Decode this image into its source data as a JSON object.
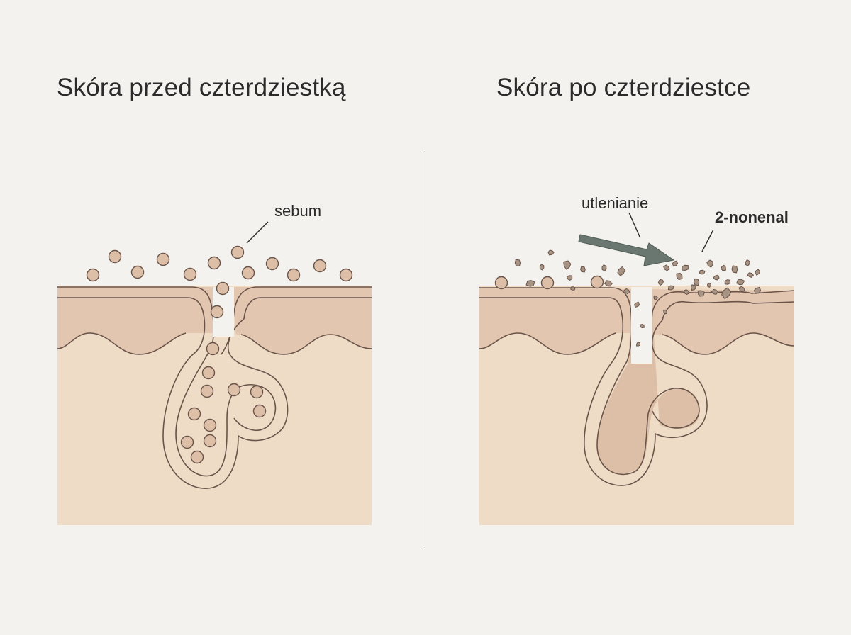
{
  "panels": {
    "left": {
      "title": "Skóra przed czterdziestką",
      "label_sebum": "sebum"
    },
    "right": {
      "title": "Skóra po czterdziestce",
      "label_oxidation": "utlenianie",
      "label_compound": "2-nonenal"
    }
  },
  "colors": {
    "background": "#f3f2ee",
    "skin_outer": "#e2c6b0",
    "skin_inner": "#efdcc6",
    "sebum_dot": "#dcbfa6",
    "outline": "#6a544a",
    "arrow": "#6a7770",
    "particle": "#a79383"
  }
}
